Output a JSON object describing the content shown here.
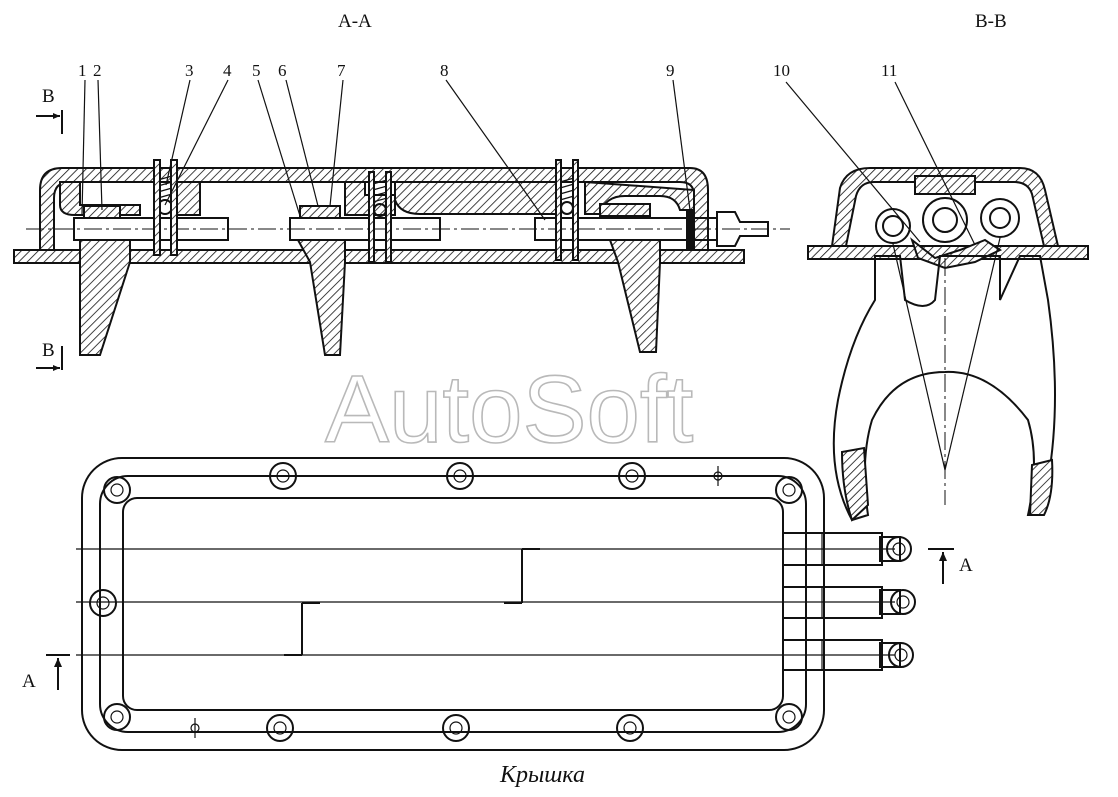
{
  "views": {
    "section_aa": "A-A",
    "section_bb": "B-B"
  },
  "part_labels": [
    "1",
    "2",
    "3",
    "4",
    "5",
    "6",
    "7",
    "8",
    "9",
    "10",
    "11"
  ],
  "cut_markers": {
    "b_top": "B",
    "b_bottom": "B",
    "a_left": "A",
    "a_right": "A"
  },
  "watermark": "AutoSoft",
  "caption": "Крышка"
}
